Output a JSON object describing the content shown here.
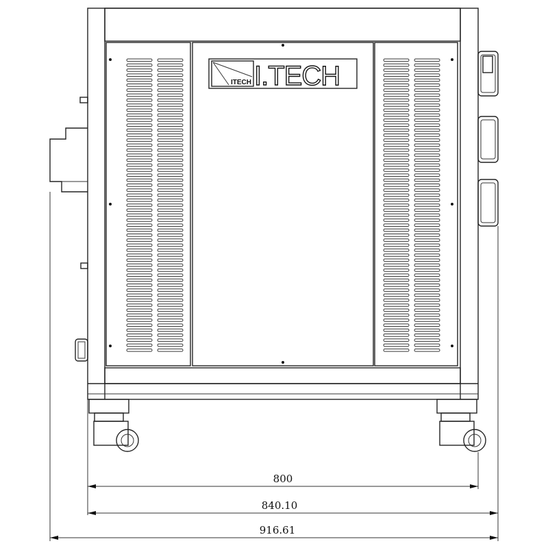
{
  "drawing": {
    "title": "Front view dimension drawing",
    "logo": {
      "main": "I.TECH",
      "small": "ITECH"
    },
    "dimensions": [
      {
        "label": "800",
        "value": 800
      },
      {
        "label": "840.10",
        "value": 840.1
      },
      {
        "label": "916.61",
        "value": 916.61
      }
    ],
    "colors": {
      "line": "#222222",
      "background": "#ffffff"
    }
  }
}
